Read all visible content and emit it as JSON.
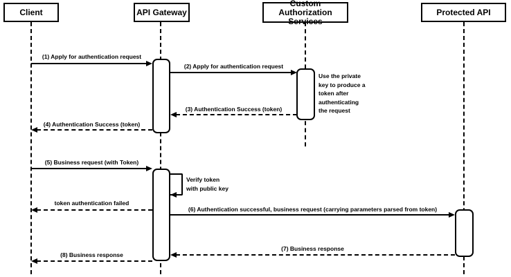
{
  "diagram": {
    "type": "sequence-diagram",
    "colors": {
      "stroke": "#000000",
      "background": "#ffffff"
    },
    "actors": [
      {
        "label": "Client"
      },
      {
        "label": "API Gateway"
      },
      {
        "label": "Custom Authorization\nServices"
      },
      {
        "label": "Protected API"
      }
    ],
    "messages": [
      {
        "label": "(1) Apply for authentication request",
        "type": "solid",
        "from": "Client",
        "to": "API Gateway"
      },
      {
        "label": "(2) Apply for authentication request",
        "type": "solid",
        "from": "API Gateway",
        "to": "Custom Authorization Services"
      },
      {
        "label": "(3) Authentication Success (token)",
        "type": "dashed",
        "from": "Custom Authorization Services",
        "to": "API Gateway"
      },
      {
        "label": "(4) Authentication Success (token)",
        "type": "dashed",
        "from": "API Gateway",
        "to": "Client"
      },
      {
        "label": "(5) Business request (with Token)",
        "type": "solid",
        "from": "Client",
        "to": "API Gateway"
      },
      {
        "label": "token authentication failed",
        "type": "dashed",
        "from": "API Gateway",
        "to": "Client"
      },
      {
        "label": "(6) Authentication successful, business request (carrying parameters parsed from token)",
        "type": "solid",
        "from": "API Gateway",
        "to": "Protected API"
      },
      {
        "label": "(7) Business response",
        "type": "dashed",
        "from": "Protected API",
        "to": "API Gateway"
      },
      {
        "label": "(8) Business response",
        "type": "dashed",
        "from": "API Gateway",
        "to": "Client"
      }
    ],
    "self_message": {
      "label": "Verify token\nwith public key",
      "actor": "API Gateway"
    },
    "note": {
      "label": "Use the private\nkey to produce a\ntoken after\nauthenticating\nthe request",
      "actor": "Custom Authorization Services"
    }
  }
}
